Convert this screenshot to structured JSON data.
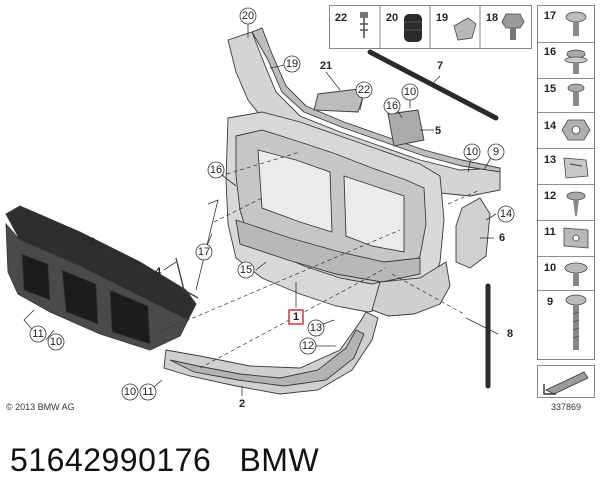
{
  "copyright": "© 2013 BMW AG",
  "diagram_id": "337869",
  "caption": {
    "part_number": "51642990176",
    "brand": "BMW"
  },
  "callouts": {
    "c20": "20",
    "c19": "19",
    "c21": "21",
    "c22": "22",
    "c16a": "16",
    "c10a": "10",
    "c5": "5",
    "c7": "7",
    "c10b": "10",
    "c9": "9",
    "c16b": "16",
    "c17": "17",
    "c3": "3",
    "c4": "4",
    "c15": "15",
    "c14": "14",
    "c6": "6",
    "c1": "1",
    "c13": "13",
    "c12": "12",
    "c8": "8",
    "c11a": "11",
    "c10c": "10",
    "c10d": "10",
    "c11b": "11",
    "c2": "2"
  },
  "legend_top": [
    {
      "label": "22",
      "icon": "push-pin-clip-icon"
    },
    {
      "label": "20",
      "icon": "rubber-grommet-icon"
    },
    {
      "label": "19",
      "icon": "bracket-clip-icon"
    },
    {
      "label": "18",
      "icon": "hex-bolt-icon"
    }
  ],
  "legend_right": [
    {
      "label": "17",
      "icon": "screw-icon"
    },
    {
      "label": "16",
      "icon": "collar-screw-icon"
    },
    {
      "label": "15",
      "icon": "bolt-icon"
    },
    {
      "label": "14",
      "icon": "hex-nut-icon"
    },
    {
      "label": "13",
      "icon": "spring-clip-icon"
    },
    {
      "label": "12",
      "icon": "tapping-screw-icon"
    },
    {
      "label": "11",
      "icon": "clip-nut-icon"
    },
    {
      "label": "10",
      "icon": "washer-screw-icon"
    },
    {
      "label": "9",
      "icon": "long-bolt-icon"
    }
  ],
  "colors": {
    "part_fill": "#dcdcdc",
    "part_dark": "#9a9a9a",
    "highlight": "#d6242b",
    "line": "#333333"
  }
}
